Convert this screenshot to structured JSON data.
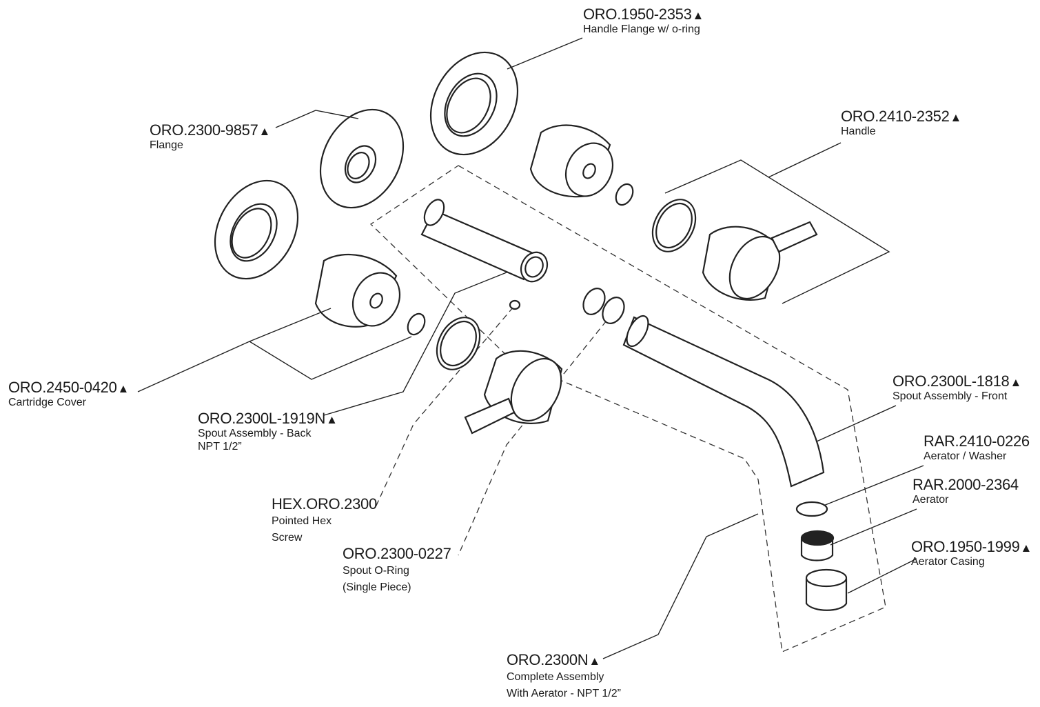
{
  "marker_symbol": "▲",
  "parts": [
    {
      "id": "p01",
      "code": "ORO.1950-2353",
      "marker": true,
      "lines": [
        "Handle Flange w/ o-ring"
      ]
    },
    {
      "id": "p02",
      "code": "ORO.2300-9857",
      "marker": true,
      "lines": [
        "Flange"
      ]
    },
    {
      "id": "p03",
      "code": "ORO.2410-2352",
      "marker": true,
      "lines": [
        "Handle"
      ]
    },
    {
      "id": "p04",
      "code": "ORO.2450-0420",
      "marker": true,
      "lines": [
        "Cartridge Cover"
      ]
    },
    {
      "id": "p05",
      "code": "ORO.2300L-1919N",
      "marker": true,
      "lines": [
        "Spout Assembly - Back",
        "NPT 1/2”"
      ]
    },
    {
      "id": "p06",
      "code": "ORO.2300L-1818",
      "marker": true,
      "lines": [
        "Spout Assembly - Front"
      ]
    },
    {
      "id": "p07",
      "code": "RAR.2410-0226",
      "marker": false,
      "lines": [
        "Aerator / Washer"
      ]
    },
    {
      "id": "p08",
      "code": "RAR.2000-2364",
      "marker": false,
      "lines": [
        "Aerator"
      ]
    },
    {
      "id": "p09",
      "code": "HEX.ORO.2300",
      "marker": false,
      "lines": [
        "Pointed Hex",
        "Screw"
      ]
    },
    {
      "id": "p10",
      "code": "ORO.1950-1999",
      "marker": true,
      "lines": [
        "Aerator Casing"
      ]
    },
    {
      "id": "p11",
      "code": "ORO.2300-0227",
      "marker": false,
      "lines": [
        "Spout O-Ring",
        "(Single Piece)"
      ]
    },
    {
      "id": "p12",
      "code": "ORO.2300N",
      "marker": true,
      "lines": [
        "Complete Assembly",
        "With Aerator - NPT 1/2”"
      ]
    }
  ]
}
